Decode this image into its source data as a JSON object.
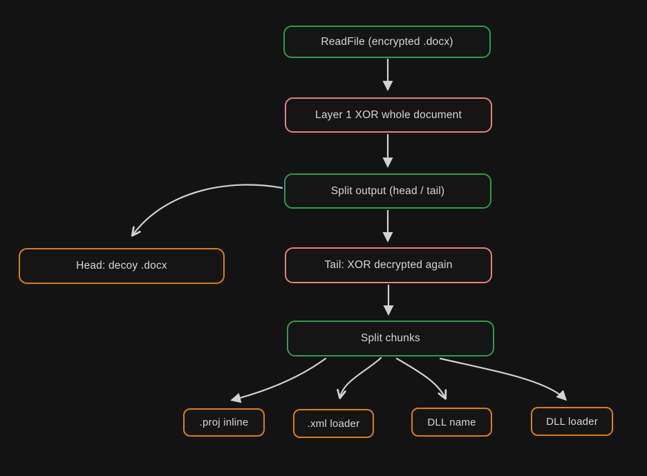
{
  "diagram": {
    "type": "flowchart",
    "theme": "dark",
    "colors": {
      "green": "#2e9e4c",
      "salmon": "#e8837c",
      "orange": "#d9820f",
      "arrow": "#d2d2d2",
      "text": "#d6d6d6",
      "background": "#131313",
      "node_fill": "#151515"
    },
    "nodes": [
      {
        "id": "readfile",
        "label": "ReadFile (encrypted .docx)",
        "border_color": "#2e9e4c"
      },
      {
        "id": "layer1-xor",
        "label": "Layer 1 XOR whole document",
        "border_color": "#e8837c"
      },
      {
        "id": "split-output",
        "label": "Split output (head / tail)",
        "border_color": "#2e9e4c"
      },
      {
        "id": "head-decoy",
        "label": "Head: decoy .docx",
        "border_color": "#d9820f"
      },
      {
        "id": "tail-xor",
        "label": "Tail: XOR decrypted again",
        "border_color": "#e8837c"
      },
      {
        "id": "split-chunks",
        "label": "Split chunks",
        "border_color": "#2e9e4c"
      },
      {
        "id": "proj-inline",
        "label": ".proj inline",
        "border_color": "#d9820f"
      },
      {
        "id": "xml-loader",
        "label": ".xml loader",
        "border_color": "#d9820f"
      },
      {
        "id": "dll-name",
        "label": "DLL name",
        "border_color": "#d9820f"
      },
      {
        "id": "dll-loader",
        "label": "DLL loader",
        "border_color": "#d9820f"
      }
    ],
    "edges": [
      {
        "from": "readfile",
        "to": "layer1-xor",
        "style": "straight",
        "head": "solid"
      },
      {
        "from": "layer1-xor",
        "to": "split-output",
        "style": "straight",
        "head": "solid"
      },
      {
        "from": "split-output",
        "to": "head-decoy",
        "style": "curved",
        "head": "open"
      },
      {
        "from": "split-output",
        "to": "tail-xor",
        "style": "straight",
        "head": "solid"
      },
      {
        "from": "tail-xor",
        "to": "split-chunks",
        "style": "straight",
        "head": "solid"
      },
      {
        "from": "split-chunks",
        "to": "proj-inline",
        "style": "curved",
        "head": "solid"
      },
      {
        "from": "split-chunks",
        "to": "xml-loader",
        "style": "curved",
        "head": "open"
      },
      {
        "from": "split-chunks",
        "to": "dll-name",
        "style": "curved",
        "head": "open"
      },
      {
        "from": "split-chunks",
        "to": "dll-loader",
        "style": "curved",
        "head": "solid"
      }
    ]
  }
}
